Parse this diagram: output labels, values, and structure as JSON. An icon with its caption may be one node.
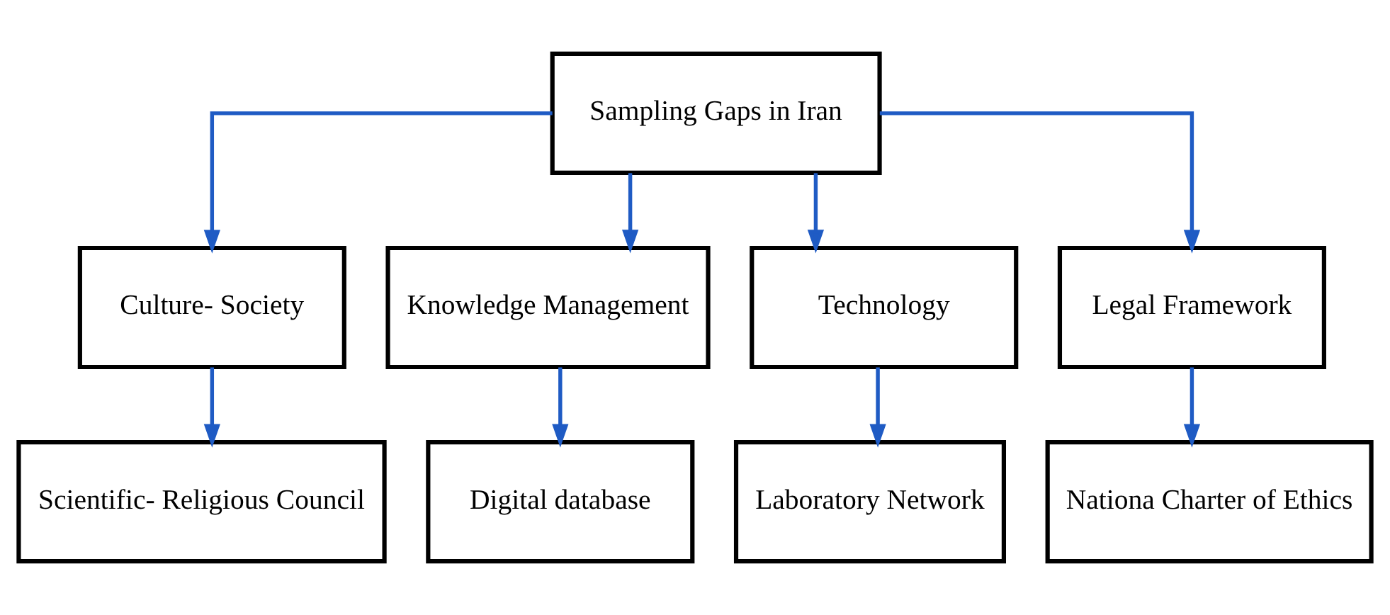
{
  "diagram": {
    "nodes": [
      {
        "text": [
          "Sampling Gaps in Iran"
        ]
      },
      {
        "text": [
          "Culture- Society"
        ]
      },
      {
        "text": [
          "Knowledge Management"
        ]
      },
      {
        "text": [
          "Technology"
        ]
      },
      {
        "text": [
          "Legal Framework"
        ]
      },
      {
        "text": [
          "Scientific- Religious Council"
        ]
      },
      {
        "text": [
          "Digital database"
        ]
      },
      {
        "text": [
          "Laboratory Network"
        ]
      },
      {
        "text": [
          "Nationa Charter of Ethics"
        ]
      }
    ],
    "edges": [
      {
        "from": 0,
        "to": 1,
        "arrow": "to"
      },
      {
        "from": 0,
        "to": 2,
        "arrow": "to"
      },
      {
        "from": 0,
        "to": 3,
        "arrow": "to"
      },
      {
        "from": 0,
        "to": 4,
        "arrow": "to"
      },
      {
        "from": 1,
        "to": 5,
        "arrow": "to"
      },
      {
        "from": 2,
        "to": 6,
        "arrow": "to"
      },
      {
        "from": 3,
        "to": 7,
        "arrow": "to"
      },
      {
        "from": 4,
        "to": 8,
        "arrow": "to"
      }
    ]
  }
}
